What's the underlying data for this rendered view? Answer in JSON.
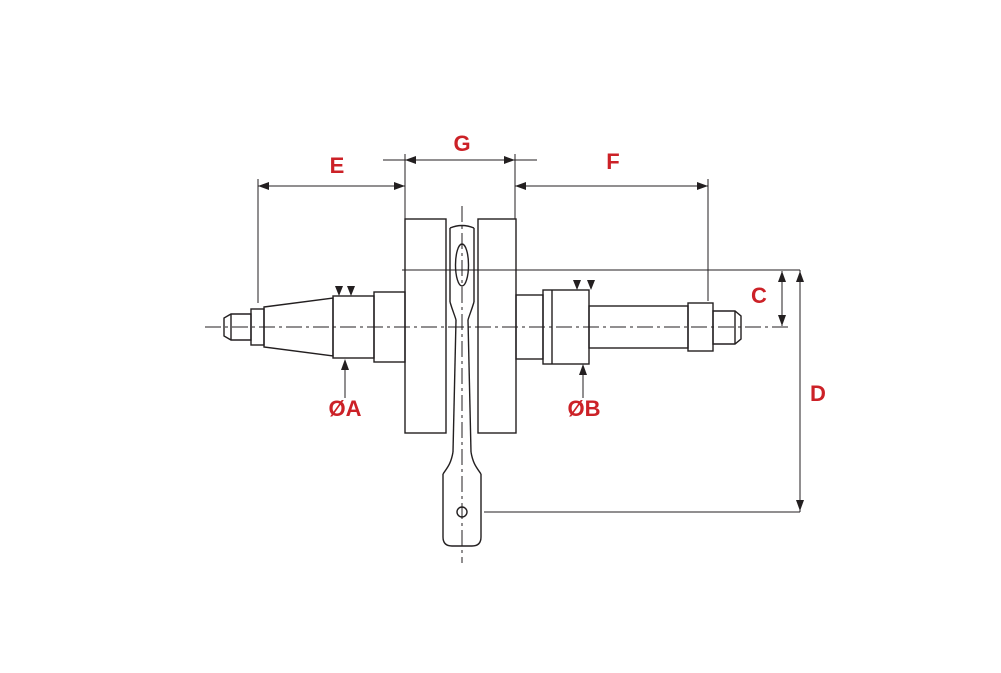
{
  "diagram": {
    "type": "technical-drawing",
    "subject": "Crankshaft dimensional diagram",
    "line_color": "#231f20",
    "label_color": "#cc2127",
    "background_color": "#ffffff",
    "labels": {
      "e": "E",
      "g": "G",
      "f": "F",
      "c": "C",
      "d": "D",
      "dia_a": "ØA",
      "dia_b": "ØB"
    }
  }
}
